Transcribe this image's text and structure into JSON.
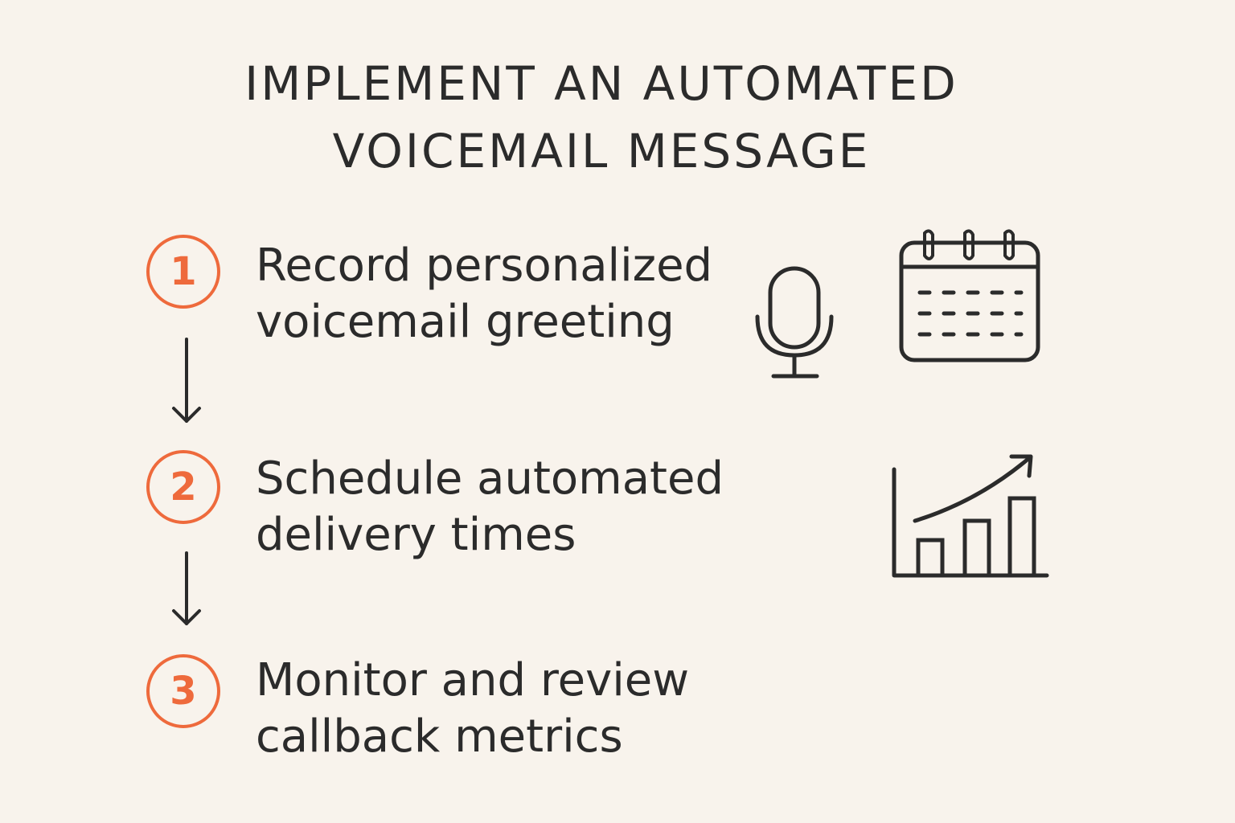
{
  "title": {
    "line1": "IMPLEMENT AN AUTOMATED",
    "line2": "VOICEMAIL MESSAGE"
  },
  "colors": {
    "background": "#f8f3ec",
    "accent": "#ee6a3c",
    "ink": "#2b2b2b"
  },
  "steps": [
    {
      "number": "1",
      "line1": "Record personalized",
      "line2": "voicemail greeting"
    },
    {
      "number": "2",
      "line1": "Schedule automated",
      "line2": "delivery times"
    },
    {
      "number": "3",
      "line1": "Monitor and review",
      "line2": "callback metrics"
    }
  ],
  "icons": {
    "microphone": "microphone-icon",
    "calendar": "calendar-icon",
    "chart": "growth-chart-icon"
  }
}
